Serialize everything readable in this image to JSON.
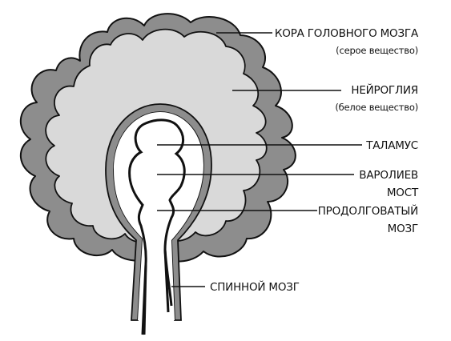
{
  "colors": {
    "cortex_fill": "#8d8d8d",
    "white_matter_fill": "#d9d9d9",
    "outline": "#111111",
    "background": "#ffffff"
  },
  "labels": {
    "cortex": "КОРА ГОЛОВНОГО МОЗГА",
    "cortex_sub": "(серое вещество)",
    "neuroglia": "НЕЙРОГЛИЯ",
    "neuroglia_sub": "(белое вещество)",
    "thalamus": "ТАЛАМУС",
    "pons_line1": "ВАРОЛИЕВ",
    "pons_line2": "МОСТ",
    "medulla_line1": "ПРОДОЛГОВАТЫЙ",
    "medulla_line2": "МОЗГ",
    "spinal_cord": "СПИННОЙ МОЗГ"
  }
}
